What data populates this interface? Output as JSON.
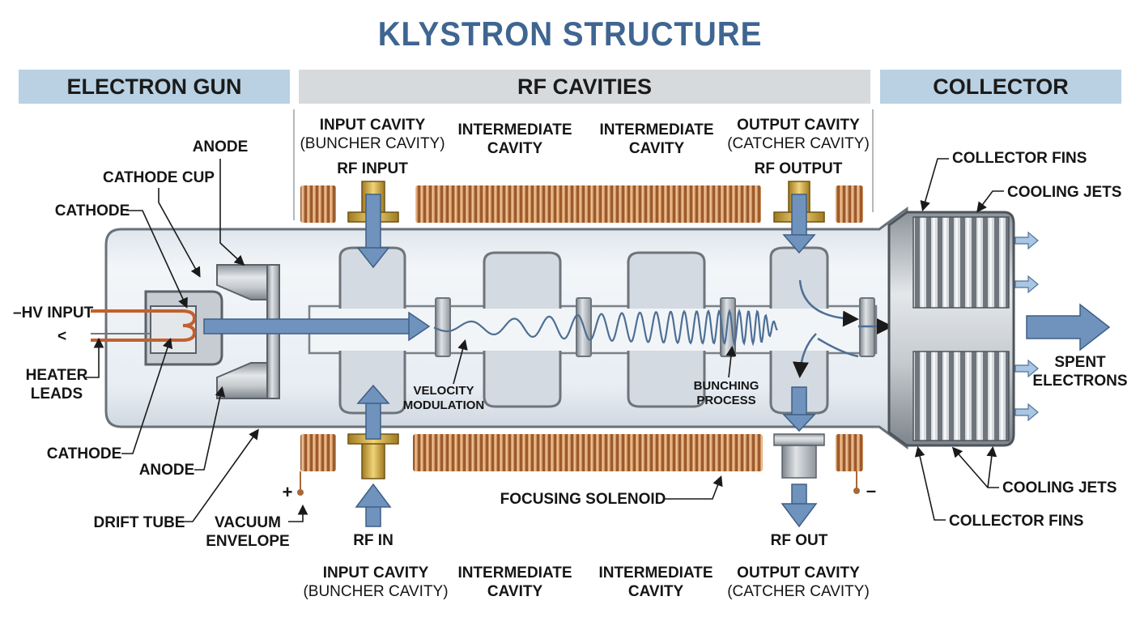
{
  "title": "KLYSTRON STRUCTURE",
  "sections": {
    "electron_gun": "ELECTRON GUN",
    "rf_cavities": "RF CAVITIES",
    "collector": "COLLECTOR"
  },
  "top_labels": {
    "input_cavity": "INPUT CAVITY",
    "input_cavity_sub": "(BUNCHER CAVITY)",
    "intermediate1_a": "INTERMEDIATE",
    "intermediate1_b": "CAVITY",
    "intermediate2_a": "INTERMEDIATE",
    "intermediate2_b": "CAVITY",
    "output_cavity": "OUTPUT CAVITY",
    "output_cavity_sub": "(CATCHER CAVITY)",
    "rf_input": "RF INPUT",
    "rf_output": "RF OUTPUT"
  },
  "bottom_labels": {
    "input_cavity": "INPUT CAVITY",
    "input_cavity_sub": "(BUNCHER CAVITY)",
    "intermediate1_a": "INTERMEDIATE",
    "intermediate1_b": "CAVITY",
    "intermediate2_a": "INTERMEDIATE",
    "intermediate2_b": "CAVITY",
    "output_cavity": "OUTPUT CAVITY",
    "output_cavity_sub": "(CATCHER CAVITY)"
  },
  "gun_labels": {
    "anode_top": "ANODE",
    "cathode_cup": "CATHODE CUP",
    "cathode_top": "CATHODE",
    "hv_input": "–HV INPUT",
    "heater_leads_a": "HEATER",
    "heater_leads_b": "LEADS",
    "cathode_bottom": "CATHODE",
    "anode_bottom": "ANODE",
    "drift_tube": "DRIFT TUBE",
    "vacuum_envelope_a": "VACUUM",
    "vacuum_envelope_b": "ENVELOPE",
    "heater_arrow": "<",
    "plus": "+",
    "minus": "–"
  },
  "mid_labels": {
    "velocity_a": "VELOCITY",
    "velocity_b": "MODULATION",
    "bunching_a": "BUNCHING",
    "bunching_b": "PROCESS",
    "focusing_solenoid": "FOCUSING SOLENOID",
    "rf_in": "RF IN",
    "rf_out": "RF OUT"
  },
  "collector_labels": {
    "collector_fins_top": "COLLECTOR FINS",
    "cooling_jets_top": "COOLING JETS",
    "spent_a": "SPENT",
    "spent_b": "ELECTRONS",
    "cooling_jets_bottom": "COOLING JETS",
    "collector_fins_bottom": "COLLECTOR FINS"
  },
  "colors": {
    "title": "#3f6591",
    "header_blue": "#b9d1e3",
    "header_gray": "#d7dadd",
    "arrow_blue": "#6f93bd",
    "coil_copper": "#a8683a",
    "metal_gray": "#b7bcc2",
    "glass": "#e6ecf2"
  }
}
